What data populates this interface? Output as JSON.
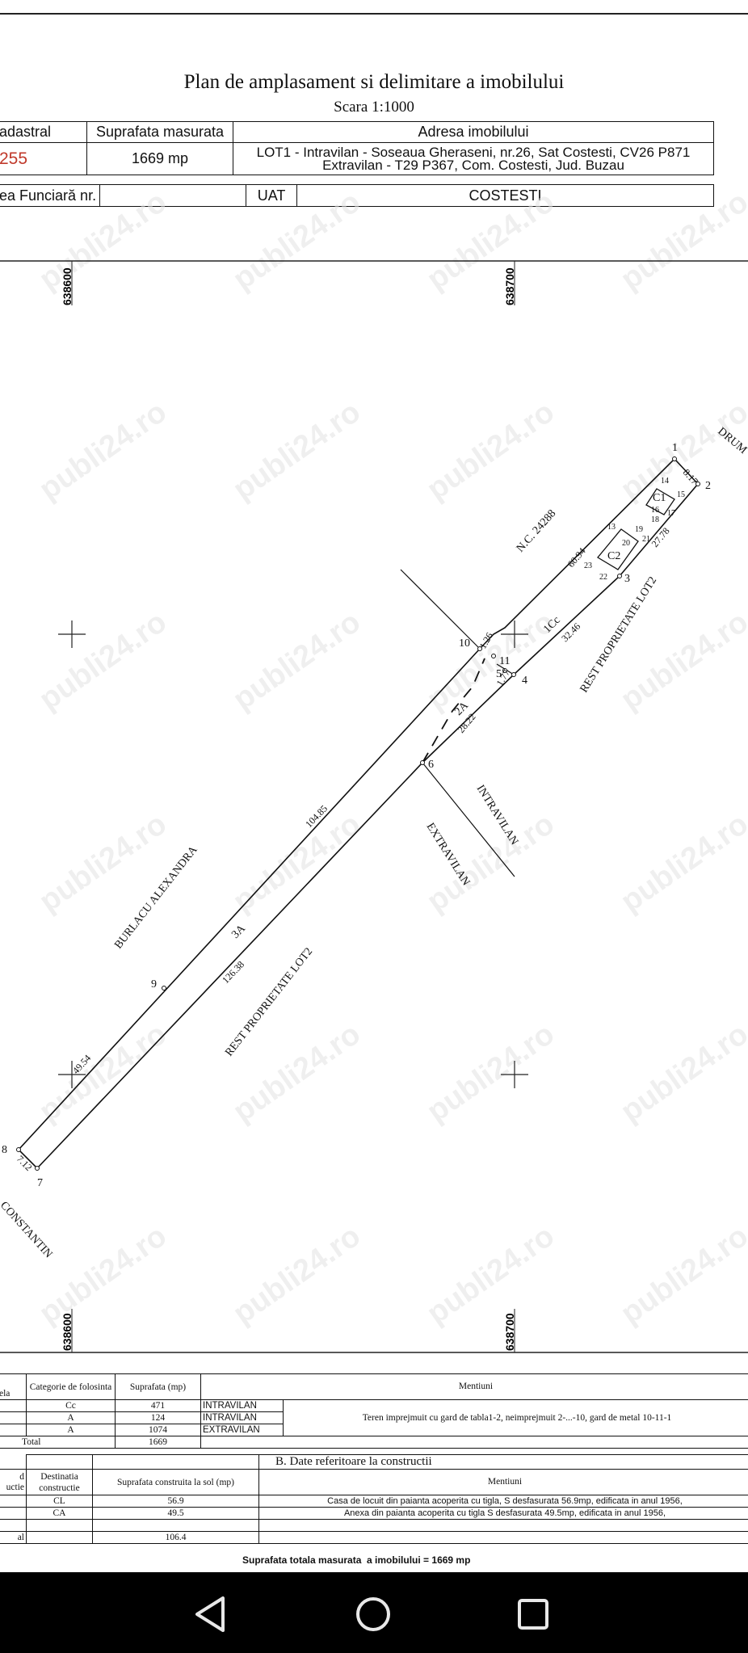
{
  "document": {
    "title": "Plan de amplasament si delimitare a imobilului",
    "scale": "Scara 1:1000",
    "header_table": {
      "col_cadastral": "adastral",
      "col_suprafata": "Suprafata masurata",
      "col_adresa": "Adresa imobilului",
      "cadastral_value": "255",
      "suprafata_value": "1669 mp",
      "adresa_line1": "LOT1 - Intravilan - Soseaua Gheraseni, nr.26, Sat Costesti, CV26 P871",
      "adresa_line2": "Extravilan - T29 P367, Com. Costesti, Jud. Buzau",
      "carte_label": "ea Funciară nr.",
      "carte_value": "",
      "uat_label": "UAT",
      "uat_value": "COSTESTI"
    }
  },
  "plan": {
    "grid_labels": {
      "left": "638600",
      "right": "638700"
    },
    "points": [
      {
        "id": "1"
      },
      {
        "id": "2"
      },
      {
        "id": "3"
      },
      {
        "id": "4"
      },
      {
        "id": "5"
      },
      {
        "id": "6"
      },
      {
        "id": "7"
      },
      {
        "id": "8"
      },
      {
        "id": "9"
      },
      {
        "id": "10"
      },
      {
        "id": "11"
      },
      {
        "id": "13"
      },
      {
        "id": "14"
      },
      {
        "id": "15"
      },
      {
        "id": "16"
      },
      {
        "id": "17"
      },
      {
        "id": "18"
      },
      {
        "id": "19"
      },
      {
        "id": "20"
      },
      {
        "id": "21"
      },
      {
        "id": "22"
      },
      {
        "id": "23"
      }
    ],
    "dimensions": [
      "8.17",
      "27.78",
      "60.94",
      "32.46",
      "1.26",
      "1.77",
      "28.22",
      "104.85",
      "126.38",
      "49.54",
      "7.12"
    ],
    "parcels": [
      "1Cc",
      "2A",
      "3A"
    ],
    "buildings": [
      "C1",
      "C2"
    ],
    "neighbors": {
      "nc": "N.C. 24288",
      "rest_top": "REST PROPRIETATE LOT2",
      "rest_bottom": "REST PROPRIETATE LOT2",
      "burlacu": "BURLACU ALEXANDRA",
      "drum": "DRUM",
      "constantin": "CONSTANTIN",
      "intravilan": "INTRAVILAN",
      "extravilan": "EXTRAVILAN"
    },
    "watermark": "publi24.ro"
  },
  "table_a": {
    "head_left": "ela",
    "head_categorie": "Categorie de folosinta",
    "head_suprafata": "Suprafata (mp)",
    "head_mentiuni": "Mentiuni",
    "rows": [
      {
        "cat": "Cc",
        "sup": "471",
        "zona": "INTRAVILAN"
      },
      {
        "cat": "A",
        "sup": "124",
        "zona": "INTRAVILAN"
      },
      {
        "cat": "A",
        "sup": "1074",
        "zona": "EXTRAVILAN"
      }
    ],
    "total_label": "Total",
    "total_value": "1669",
    "mentiuni_text": "Teren imprejmuit cu gard de tabla1-2, neimprejmuit 2-...-10, gard de metal 10-11-1"
  },
  "table_b": {
    "section_title": "B. Date referitoare la constructii",
    "head_left_1": "d",
    "head_left_2": "uctie",
    "head_destinatia": "Destinatia constructie",
    "head_suprafata": "Suprafata construita la sol (mp)",
    "head_mentiuni": "Mentiuni",
    "rows": [
      {
        "dest": "CL",
        "sup": "56.9",
        "ment": "Casa de locuit din paianta acoperita cu tigla, S desfasurata 56.9mp, edificata in anul 1956,"
      },
      {
        "dest": "CA",
        "sup": "49.5",
        "ment": "Anexa din paianta acoperita cu tigla S desfasurata 49.5mp, edificata in anul 1956,"
      }
    ],
    "total_label": "al",
    "total_value": "106.4"
  },
  "footer": {
    "total_surface": "Suprafata totala masurata  a imobilului = 1669 mp"
  },
  "navbar": {
    "back_icon": "back-triangle-icon",
    "home_icon": "home-circle-icon",
    "recents_icon": "recents-square-icon"
  }
}
